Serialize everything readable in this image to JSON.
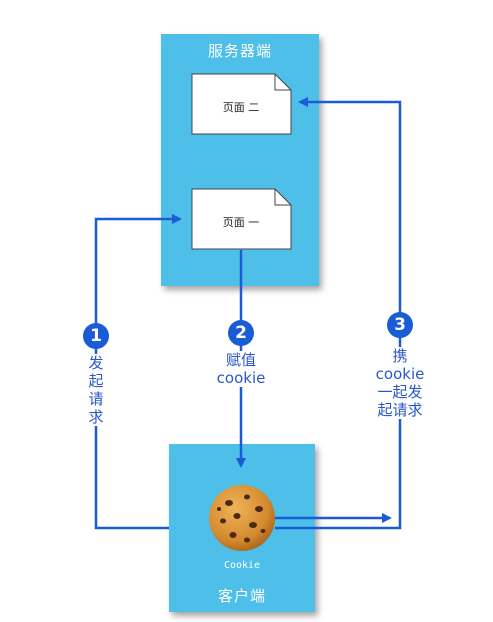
{
  "server": {
    "title": "服务器端"
  },
  "client": {
    "title": "客户端"
  },
  "pages": [
    {
      "label": "页面 二"
    },
    {
      "label": "页面 一"
    }
  ],
  "steps": [
    {
      "number": "1",
      "text": "发起请求"
    },
    {
      "number": "2",
      "text_line1": "赋值",
      "text_line2": "cookie"
    },
    {
      "number": "3",
      "text_line1": "携",
      "text_line2": "cookie",
      "text_line3": "一起发",
      "text_line4": "起请求"
    }
  ],
  "cookie": {
    "caption": "Cookie"
  },
  "colors": {
    "box": "#4dbfe8",
    "arrow": "#1a5bd6",
    "text": "#2a58c8"
  }
}
